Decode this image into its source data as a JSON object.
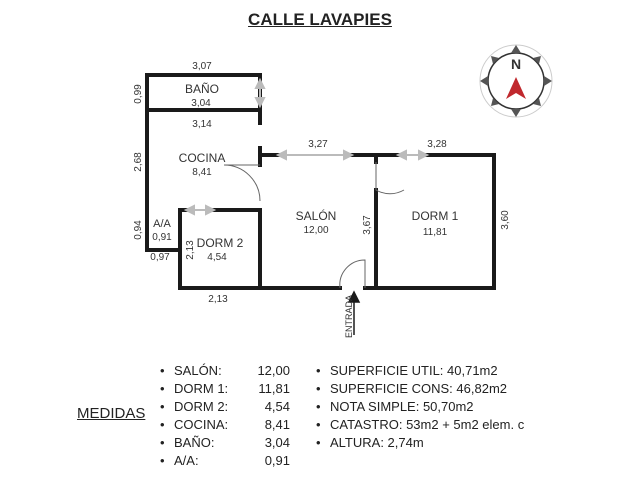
{
  "title": "CALLE LAVAPIES",
  "compass": {
    "north_label": "N",
    "arrow_color": "#c0282d"
  },
  "rooms": {
    "bano": {
      "name": "BAÑO",
      "area": "3,04"
    },
    "cocina": {
      "name": "COCINA",
      "area": "8,41"
    },
    "aa": {
      "name": "A/A",
      "area": "0,91"
    },
    "dorm2": {
      "name": "DORM 2",
      "area": "4,54"
    },
    "salon": {
      "name": "SALÓN",
      "area": "12,00"
    },
    "dorm1": {
      "name": "DORM 1",
      "area": "11,81"
    }
  },
  "dimensions": {
    "bano_top": "3,07",
    "bano_left": "0,99",
    "cocina_top": "3,14",
    "cocina_left": "2,68",
    "aa_left": "0,94",
    "aa_bottom": "0,97",
    "dorm2_left": "2,13",
    "dorm2_bottom": "2,13",
    "salon_top": "3,27",
    "salon_right": "3,67",
    "dorm1_top": "3,28",
    "dorm1_right": "3,60"
  },
  "entrance_label": "ENTRADA",
  "medidas_label": "MEDIDAS",
  "room_list": [
    {
      "label": "SALÓN:",
      "value": "12,00"
    },
    {
      "label": "DORM 1:",
      "value": "11,81"
    },
    {
      "label": "DORM 2:",
      "value": "4,54"
    },
    {
      "label": "COCINA:",
      "value": "8,41"
    },
    {
      "label": "BAÑO:",
      "value": "3,04"
    },
    {
      "label": "A/A:",
      "value": "0,91"
    }
  ],
  "info_list": [
    "SUPERFICIE UTIL: 40,71m2",
    "SUPERFICIE CONS: 46,82m2",
    "NOTA SIMPLE: 50,70m2",
    "CATASTRO: 53m2 + 5m2 elem. c",
    "ALTURA: 2,74m"
  ]
}
